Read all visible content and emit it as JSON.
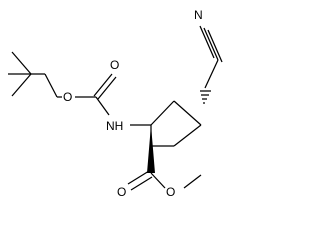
{
  "molecule": {
    "atoms": {
      "nitrile_n": "N",
      "carbamate_carbonyl_o": "O",
      "carbamate_ether_o": "O",
      "amine_nh": "NH",
      "ester_carbonyl_o": "O",
      "ester_ether_o": "O"
    }
  },
  "colors": {
    "bond": "#000000",
    "label": "#000000",
    "background": "#ffffff"
  }
}
